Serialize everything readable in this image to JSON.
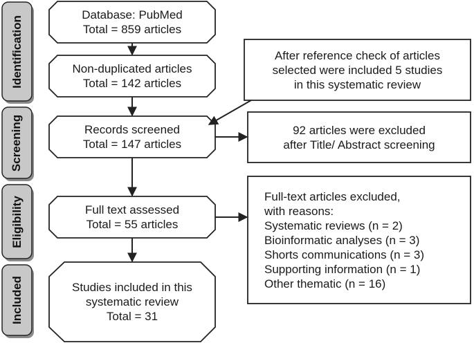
{
  "colors": {
    "stroke": "#222222",
    "label_fill": "#c8c8c8",
    "label_shadow": "#8a8a8a",
    "box_fill": "#ffffff"
  },
  "stages": [
    {
      "id": "identification",
      "label": "Identification"
    },
    {
      "id": "screening",
      "label": "Screening"
    },
    {
      "id": "eligibility",
      "label": "Eligibility"
    },
    {
      "id": "included",
      "label": "Included"
    }
  ],
  "boxes": {
    "database": [
      "Database: PubMed",
      "Total = 859 articles"
    ],
    "non_duplicated": [
      "Non-duplicated articles",
      "Total = 142 articles"
    ],
    "screened": [
      "Records screened",
      "Total = 147 articles"
    ],
    "full_text": [
      "Full text assessed",
      "Total = 55 articles"
    ],
    "included": [
      "Studies included in this",
      "systematic review",
      "Total = 31"
    ],
    "reference_check": [
      "After reference check of articles",
      "selected were included 5 studies",
      "in this systematic review"
    ],
    "excluded_title": [
      "92 articles were excluded",
      "after Title/ Abstract screening"
    ],
    "excluded_fulltext": [
      "Full-text articles excluded,",
      "with reasons:",
      "Systematic reviews (n = 2)",
      "Bioinformatic analyses (n = 3)",
      "Shorts communications (n = 3)",
      "Supporting information (n = 1)",
      "Other thematic (n = 16)"
    ]
  }
}
